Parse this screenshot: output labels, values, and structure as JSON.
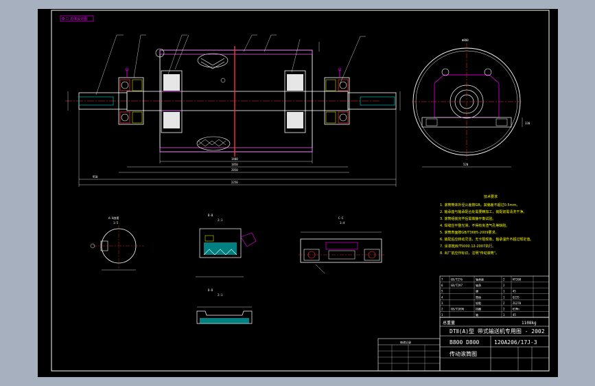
{
  "corner_tag": "Ф ☐ 总体设计图",
  "drawing_number": "120A206/17J-3",
  "title_line": "DTⅡ(A)型 带式输送机专用图 - 2002",
  "drawing_name": "传动滚筒图",
  "spec": "B800 D800",
  "weight_label": "总重量",
  "weight_value": "1108kg",
  "section_labels": {
    "view_a": "A-A剖视",
    "view_b": "B-B",
    "view_c": "C-C",
    "view_d": "D-D",
    "ratio_a": "1:5",
    "ratio_b": "2:1",
    "ratio_c": "1:4",
    "ratio_d": "2:1"
  },
  "tech_notes_title": "技术要求",
  "tech_notes": [
    "1. 滚筒筒体外径公差按GB，其偏差不超过0.5mm。",
    "2. 轴承座与轴承配合处需要精加工，装配前需清洗干净。",
    "3. 滚筒组装完毕后需做静平衡试验。",
    "4. 焊缝应平整光滑，不得有夹渣气孔等缺陷。",
    "5. 滚筒表面按GB/T3685-2009要求。",
    "6. 装配后应转动灵活，无卡阻现象，轴承温升不超过规定值。",
    "7. 涂漆按JB/T5000.12-2007执行。",
    "8. 出厂前应作标识，注明\"传动滚筒\"。"
  ],
  "dimensions": {
    "d1": "1400",
    "d2": "1850",
    "d3": "2050",
    "d4": "2250",
    "d5": "520",
    "d6": "330",
    "d7": "950",
    "d8": "Φ800"
  },
  "parts_table": {
    "rows": [
      [
        "7",
        "GB/T276",
        "轴承座",
        "2",
        "HT200",
        ""
      ],
      [
        "6",
        "GB/T297",
        "轴承",
        "2",
        "",
        ""
      ],
      [
        "5",
        "",
        "键",
        "1",
        "45",
        ""
      ],
      [
        "4",
        "",
        "筒体",
        "1",
        "Q235",
        ""
      ],
      [
        "3",
        "",
        "轮毂",
        "2",
        "ZG270",
        ""
      ],
      [
        "2",
        "GB/T1096",
        "挡圈",
        "2",
        "65Mn",
        ""
      ],
      [
        "1",
        "",
        "轴",
        "1",
        "45",
        ""
      ]
    ]
  },
  "revision_table_title": "修改记录"
}
